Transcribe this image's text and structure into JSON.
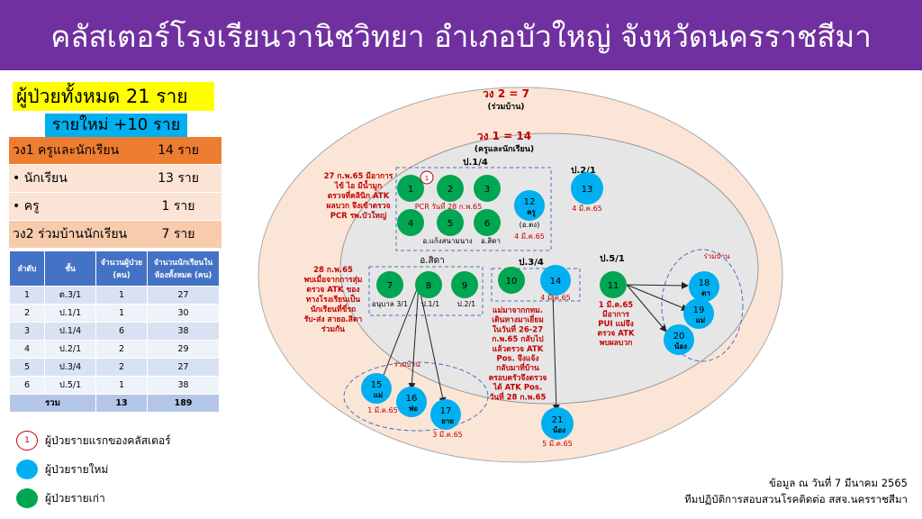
{
  "header": {
    "title": "คลัสเตอร์โรงเรียนวานิชวิทยา อำเภอบัวใหญ่ จังหวัดนครราชสีมา"
  },
  "summary": {
    "total": "ผู้ป่วยทั้งหมด 21 ราย",
    "new": "รายใหม่ +10 ราย",
    "rows": [
      {
        "label": "วง1 ครูและนักเรียน",
        "value": "14 ราย"
      },
      {
        "label": "•  นักเรียน",
        "value": "13 ราย"
      },
      {
        "label": "•  ครู",
        "value": "1 ราย"
      },
      {
        "label": "วง2 ร่วมบ้านนักเรียน",
        "value": "7 ราย"
      }
    ]
  },
  "table": {
    "headers": [
      "ลำดับ",
      "ชั้น",
      "จำนวนผู้ป่วย (คน)",
      "จำนวนนักเรียนในห้องทั้งหมด (คน)"
    ],
    "rows": [
      [
        "1",
        "ต.3/1",
        "1",
        "27"
      ],
      [
        "2",
        "ป.1/1",
        "1",
        "30"
      ],
      [
        "3",
        "ป.1/4",
        "6",
        "38"
      ],
      [
        "4",
        "ป.2/1",
        "2",
        "29"
      ],
      [
        "5",
        "ป.3/4",
        "2",
        "27"
      ],
      [
        "6",
        "ป.5/1",
        "1",
        "38"
      ]
    ],
    "total": [
      "รวม",
      "13",
      "189"
    ]
  },
  "legend": {
    "first": "ผู้ป่วยรายแรกของคลัสเตอร์",
    "first_num": "1",
    "new": "ผู้ป่วยรายใหม่",
    "old": "ผู้ป่วยรายเก่า"
  },
  "footer": {
    "line1": "ข้อมูล ณ วันที่ 7 มีนาคม 2565",
    "line2": "ทีมปฏิบัติการสอบสวนโรคติดต่อ สสจ.นครราชสีมา"
  },
  "colors": {
    "header": "#7030a0",
    "new_case": "#00b0f0",
    "old_case": "#00a651",
    "note_text": "#c00000"
  },
  "diagram": {
    "ring2_title": "วง 2 = 7",
    "ring2_sub": "(ร่วมบ้าน)",
    "ring1_title": "วง 1 = 14",
    "ring1_sub": "(ครูและนักเรียน)",
    "group_p14": "ป.1/4",
    "group_p21": "ป.2/1",
    "group_p34": "ป.3/4",
    "group_p51": "ป.5/1",
    "group_asida": "อ.สิดา",
    "pcr_note": "PCR วันที่ 28 ก.พ.65",
    "teacher_name": "อ.แก้งสนามนาง",
    "asida_short": "อ.สิดา",
    "n12_label": "ครู",
    "n12_sub": "(อ.ตง)",
    "n12_date": "4 มี.ค.65",
    "n13_date": "4 มี.ค.65",
    "n14_date": "4 มี.ค.65",
    "n7_label": "อนุบาล 3/1",
    "n8_label": "ป.1/1",
    "n9_label": "ป.2/1",
    "household_label": "ร่วมบ้าน",
    "n15_label": "แม่",
    "n15_date": "1 มี.ค.65",
    "n16_label": "พ่อ",
    "n17_label": "ยาย",
    "n17_date": "3 มี.ค.65",
    "n18_label": "ตา",
    "n19_label": "แม่",
    "n20_label": "น้อง",
    "n21_label": "น้อง",
    "n21_date": "5 มี.ค.65",
    "note1": [
      "27 ก.พ.65 มีอาการ",
      "ไข้ ไอ มีน้ำมูก",
      "ตรวจที่คลินิก ATK",
      "ผลบวก จึงเข้าตรวจ",
      "PCR รพ.บัวใหญ่"
    ],
    "note2": [
      "28 ก.พ.65",
      "พบเมื่อจากการสุ่ม",
      "ตรวจ ATK ของ",
      "ทางโรงเรียนเป็น",
      "นักเรียนที่ขี่รถ",
      "รับ-ส่ง สายอ.สิดา",
      "ร่วมกัน"
    ],
    "note3": [
      "แม่มาจากกทม.",
      "เดินทางมาเยี่ยม",
      "ในวันที่ 26-27",
      "ก.พ.65 กลับไป",
      "แล้วตรวจ ATK",
      "Pos. จึงแจ้ง",
      "กลับมาที่บ้าน",
      "ครอบครัวจึงตรวจ",
      "ได้ ATK Pos.",
      "วันที่ 28 ก.พ.65"
    ],
    "note4": [
      "1 มี.ค.65",
      "มีอาการ",
      "PUI แม่จึง",
      "ตรวจ ATK",
      "พบผลบวก"
    ],
    "nodes": [
      "1",
      "2",
      "3",
      "4",
      "5",
      "6",
      "7",
      "8",
      "9",
      "10",
      "11",
      "12",
      "13",
      "14",
      "15",
      "16",
      "17",
      "18",
      "19",
      "20",
      "21"
    ]
  }
}
